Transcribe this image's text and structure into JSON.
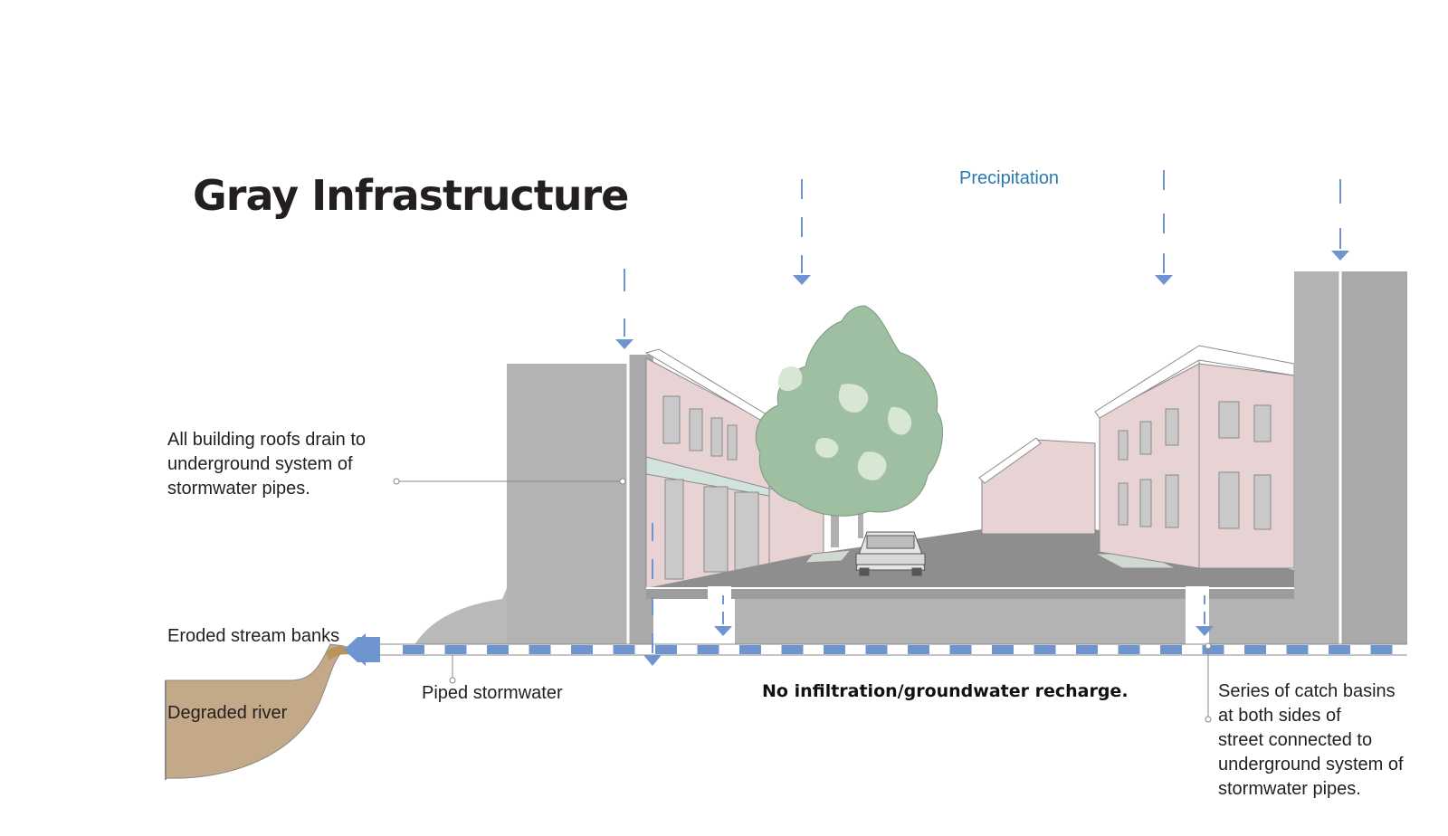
{
  "title": "Gray Infrastructure",
  "labels": {
    "precipitation": "Precipitation",
    "roofs": [
      "All building roofs drain to",
      "underground system of",
      "stormwater pipes."
    ],
    "eroded": "Eroded stream banks",
    "river": "Degraded river",
    "piped": "Piped stormwater",
    "no_infiltration": "No infiltration/groundwater recharge.",
    "catch_basins": [
      "Series of catch basins",
      "at both sides of",
      "street connected to",
      "underground system of",
      "stormwater pipes."
    ]
  },
  "colors": {
    "water_blue": "#6f95d0",
    "precip_text": "#2a7ab0",
    "building_gray": "#b3b3b3",
    "building_pink": "#e8d3d4",
    "tree_green": "#9fbfa3",
    "river_brown": "#c4a988",
    "text_dark": "#231f20"
  },
  "icons": {
    "rain": "down-arrow-icon",
    "flow": "left-arrow-icon"
  }
}
